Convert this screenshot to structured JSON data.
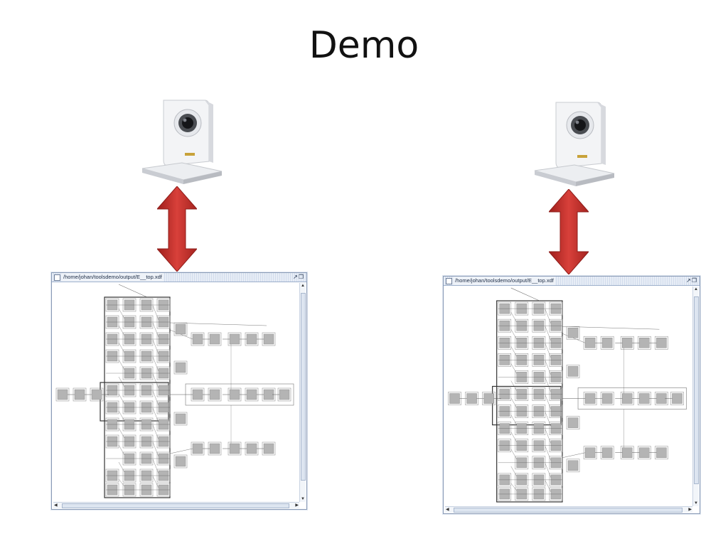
{
  "slide": {
    "title": "Demo"
  },
  "left_window": {
    "title": "/home/johan/toolsdemo/output/E__top.xdf",
    "title_buttons": "↗❐"
  },
  "right_window": {
    "title": "/home/johan/toolsdemo/output/E__top.xdf",
    "title_buttons": "↗❐"
  },
  "colors": {
    "arrow_red": "#c8322c",
    "window_border": "#8a9bb6",
    "block_gray": "#b4b4b4"
  },
  "icons": {
    "camera": "network-camera-icon",
    "arrow": "double-headed-arrow-icon"
  }
}
